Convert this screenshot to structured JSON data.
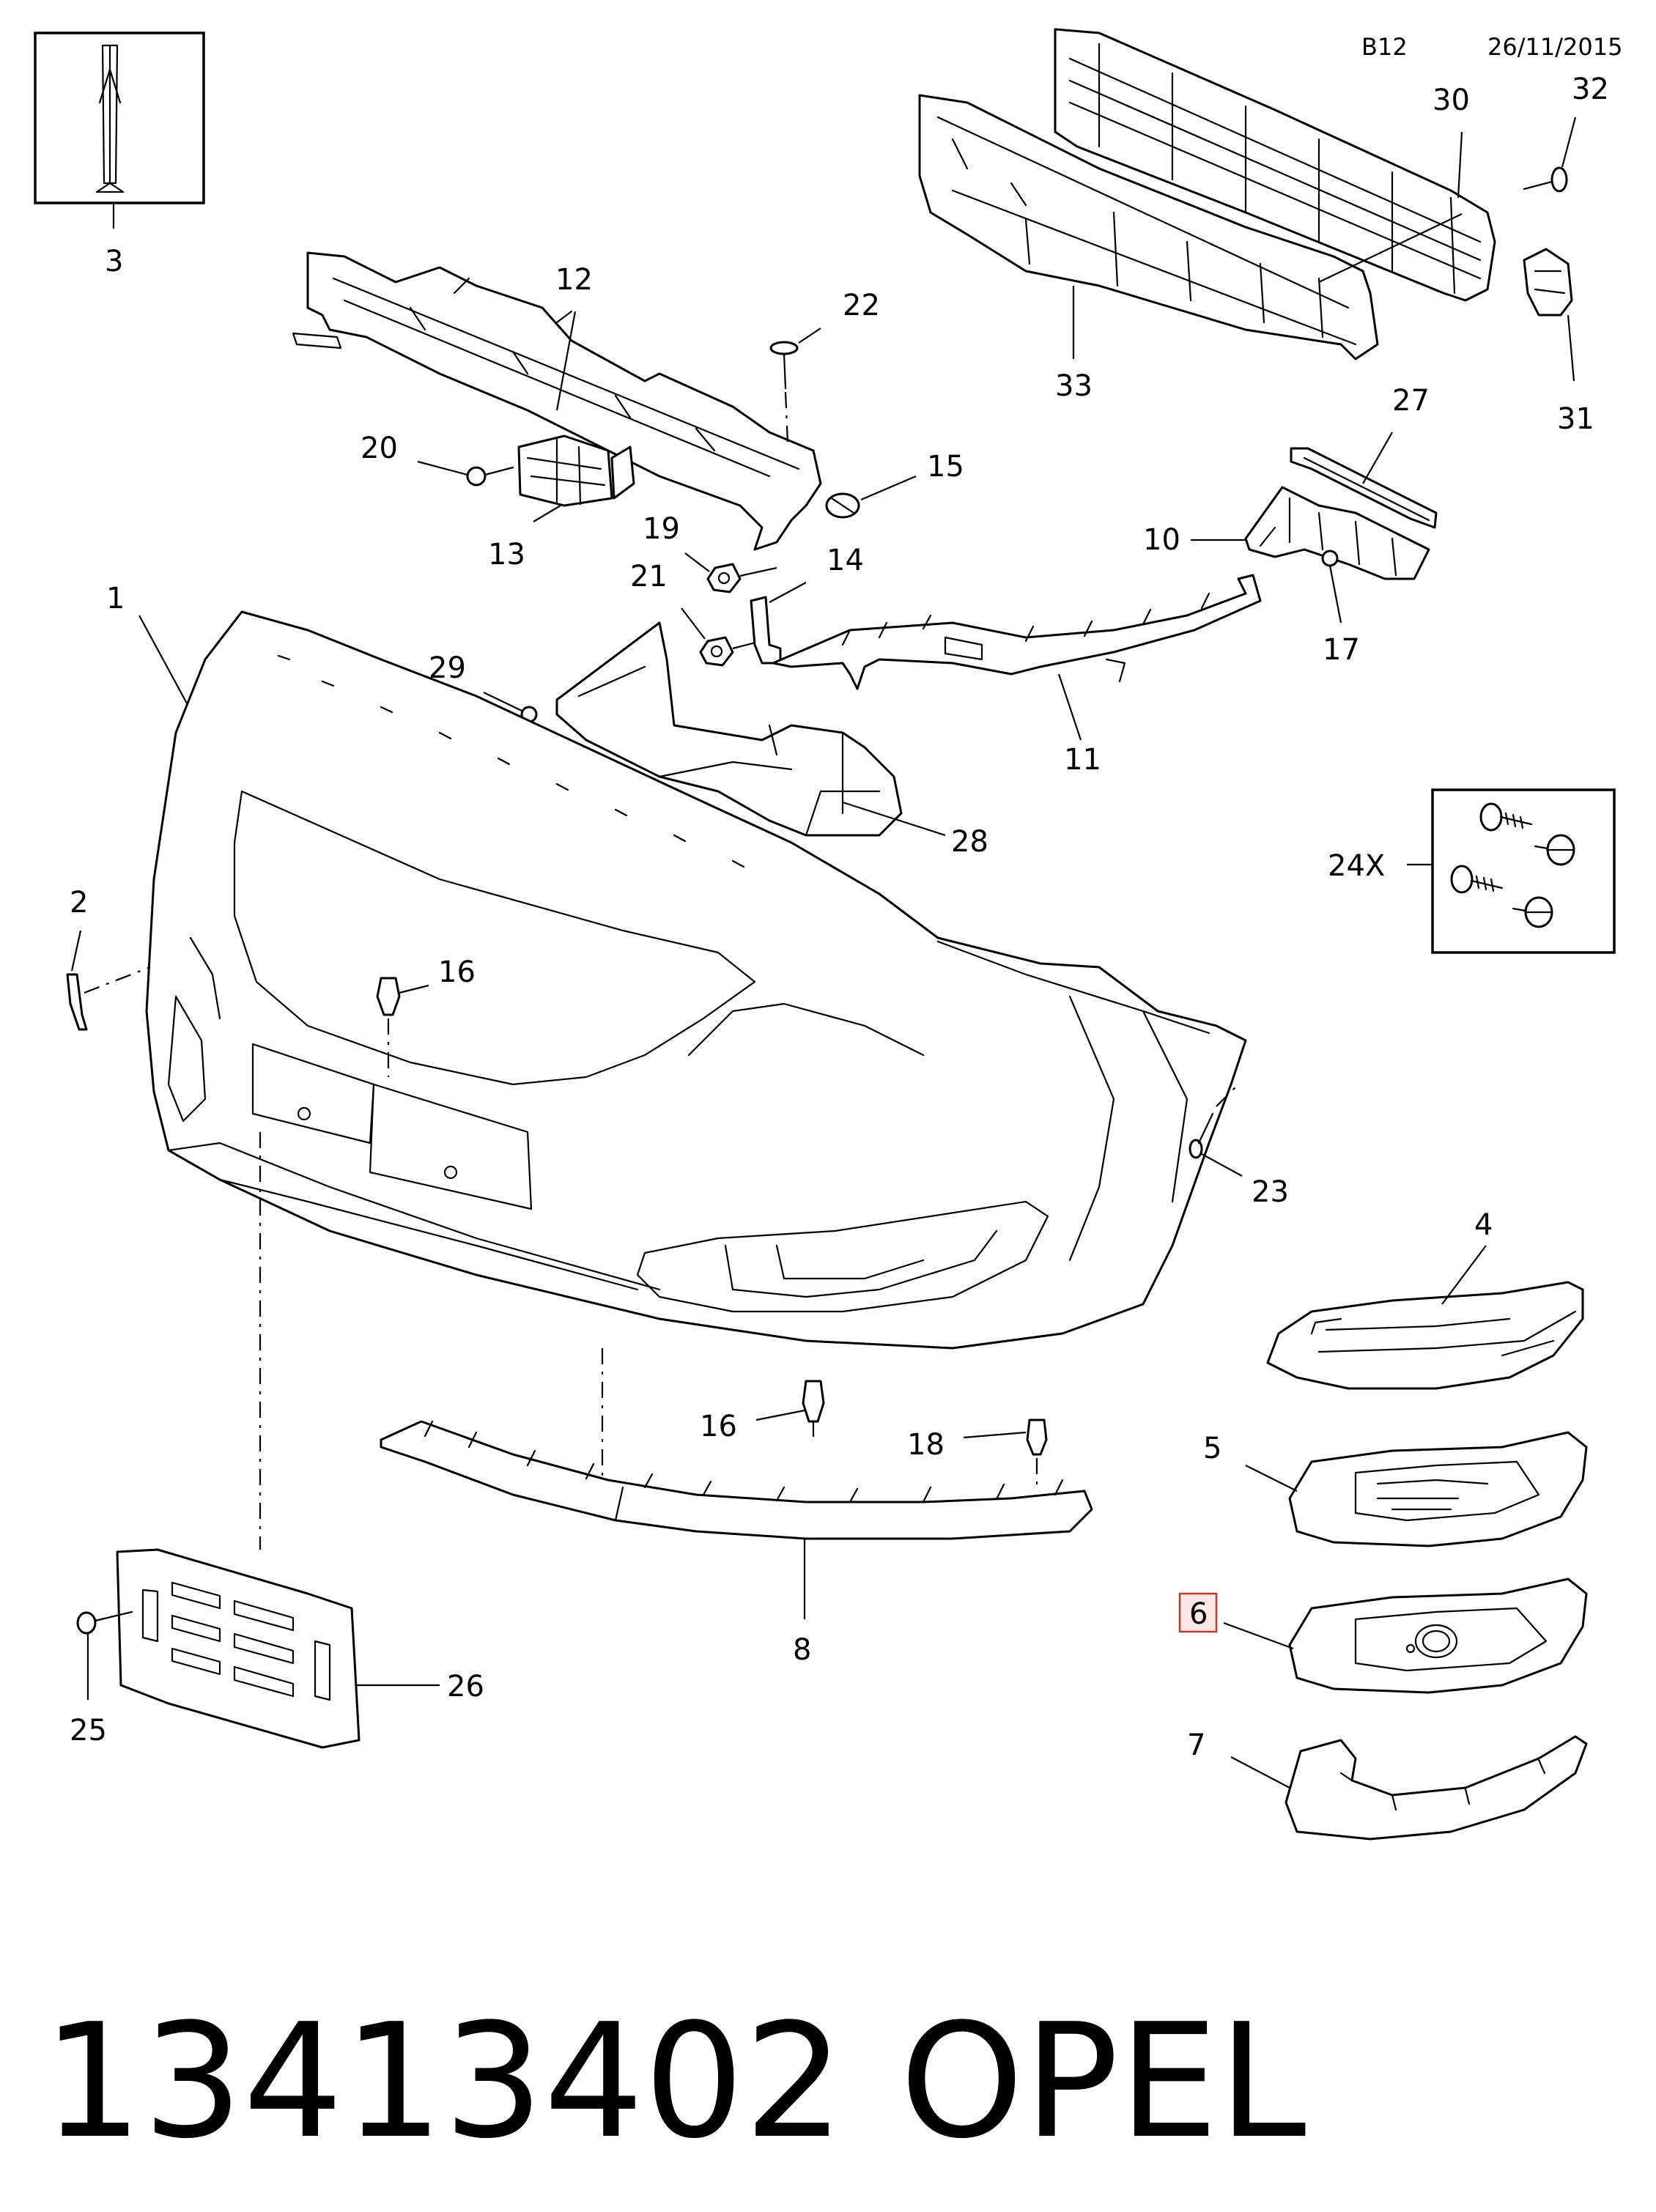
{
  "header": {
    "sheet": "B12",
    "date": "26/11/2015"
  },
  "part_number": "13413402",
  "brand": "OPEL",
  "highlighted_callout": "6",
  "callouts": {
    "c1": "1",
    "c2": "2",
    "c3": "3",
    "c4": "4",
    "c5": "5",
    "c6": "6",
    "c7": "7",
    "c8": "8",
    "c10": "10",
    "c11": "11",
    "c12": "12",
    "c13": "13",
    "c14": "14",
    "c15": "15",
    "c16a": "16",
    "c16b": "16",
    "c17": "17",
    "c18": "18",
    "c19": "19",
    "c20": "20",
    "c21": "21",
    "c22": "22",
    "c23": "23",
    "c24x": "24X",
    "c25": "25",
    "c26": "26",
    "c27": "27",
    "c28": "28",
    "c29": "29",
    "c30": "30",
    "c31": "31",
    "c32": "32",
    "c33": "33"
  },
  "colors": {
    "line": "#000000",
    "background": "#ffffff",
    "highlight_fill": "#fde8e8",
    "highlight_border": "#c0392b"
  }
}
